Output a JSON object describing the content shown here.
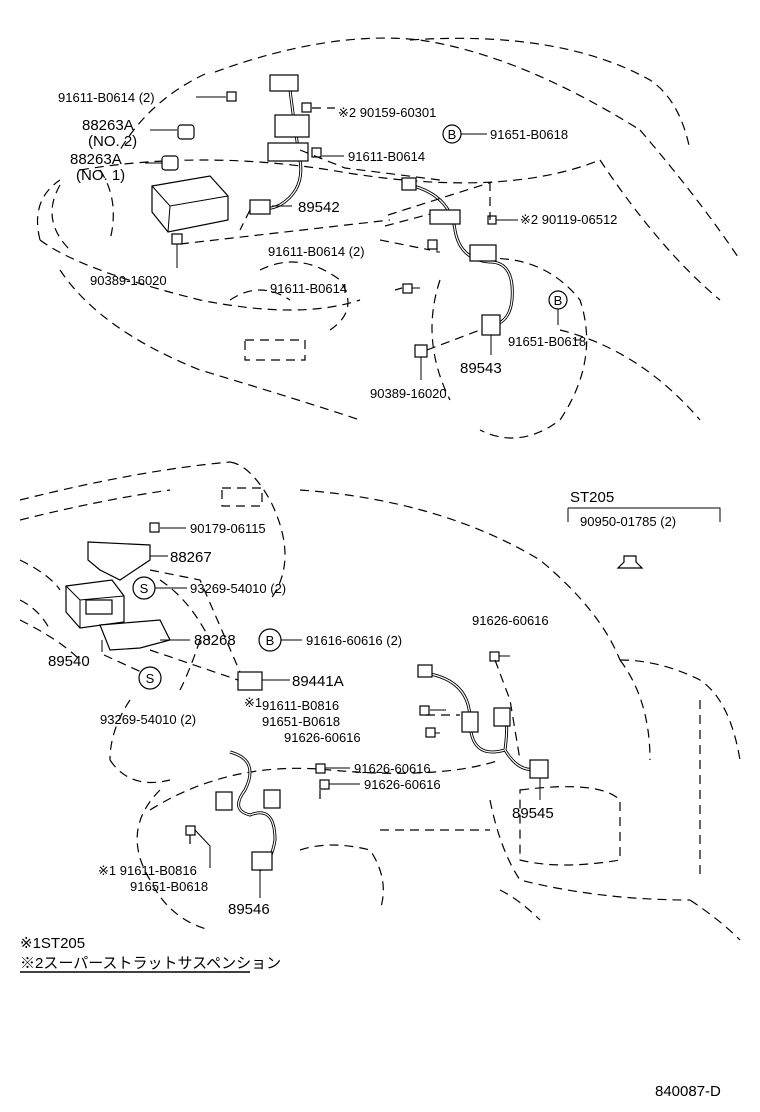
{
  "diagram_id": "840087-D",
  "notes": {
    "n1": "※1ST205",
    "n2": "※2スーパーストラットサスペンション"
  },
  "box": {
    "title": "ST205",
    "part": "90950-01785 (2)"
  },
  "symbols": {
    "s": "S",
    "b": "B"
  },
  "labels": {
    "t1": "91611-B0614 (2)",
    "t2": "88263A",
    "t3": "(NO. 2)",
    "t4": "88263A",
    "t5": "(NO. 1)",
    "t6": "※2  90159-60301",
    "t7": "91651-B0618",
    "t8": "91611-B0614",
    "t9": "89542",
    "t10": "※2 90119-06512",
    "t11": "91611-B0614 (2)",
    "t12": "90389-16020",
    "t13": "91611-B0614",
    "t14": "91651-B0618",
    "t15": "89543",
    "t16": "90389-16020",
    "b1": "90179-06115",
    "b2": "88267",
    "b3": "93269-54010 (2)",
    "b4": "89540",
    "b5": "88268",
    "b6": "91616-60616 (2)",
    "b7": "91626-60616",
    "b8": "89441A",
    "b9": "※1",
    "b10": "91611-B0816",
    "b11": "91651-B0618",
    "b12": "91626-60616",
    "b13": "93269-54010 (2)",
    "b14": "91626-60616",
    "b15": "91626-60616",
    "b16": "89545",
    "b17": "※1  91611-B0816",
    "b18": "91651-B0618",
    "b19": "89546"
  }
}
